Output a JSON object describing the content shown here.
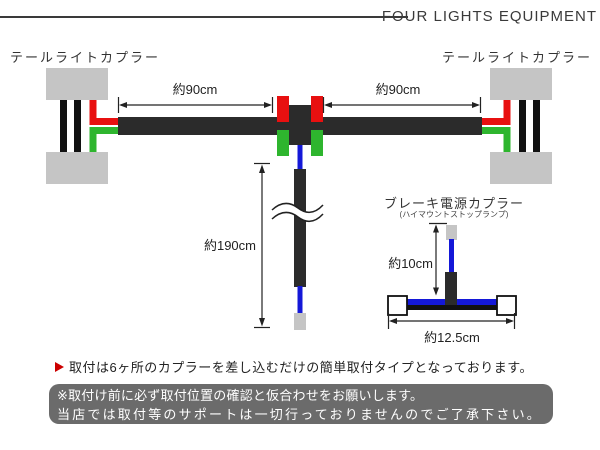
{
  "title": "FOUR LIGHTS EQUIPMENT",
  "diagram": {
    "left_coupler_label": "テールライトカプラー",
    "right_coupler_label": "テールライトカプラー",
    "measure_left_cable": "約90cm",
    "measure_right_cable": "約90cm",
    "measure_center_cable": "約190cm",
    "brake_label": "ブレーキ電源カプラー",
    "brake_sublabel": "(ハイマウントストップランプ)",
    "measure_brake_vertical": "約10cm",
    "measure_brake_horizontal": "約12.5cm"
  },
  "notes": {
    "bullet_text": "取付は6ヶ所のカプラーを差し込むだけの簡単取付タイプとなっております。",
    "warning_line1": "※取付け前に必ず取付位置の確認と仮合わせをお願いします。",
    "warning_line2": "当店では取付等のサポートは一切行っておりませんのでご了承下さい。"
  },
  "colors": {
    "wire_red": "#e81010",
    "wire_green": "#2eb52e",
    "wire_blue": "#1418d8",
    "wire_black": "#111111",
    "harness_black": "#2b2b2b",
    "connector_gray": "#c5c5c5",
    "arrow_black": "#222222",
    "note_box_bg": "#6b6b6b",
    "bullet_red": "#cc0000"
  }
}
